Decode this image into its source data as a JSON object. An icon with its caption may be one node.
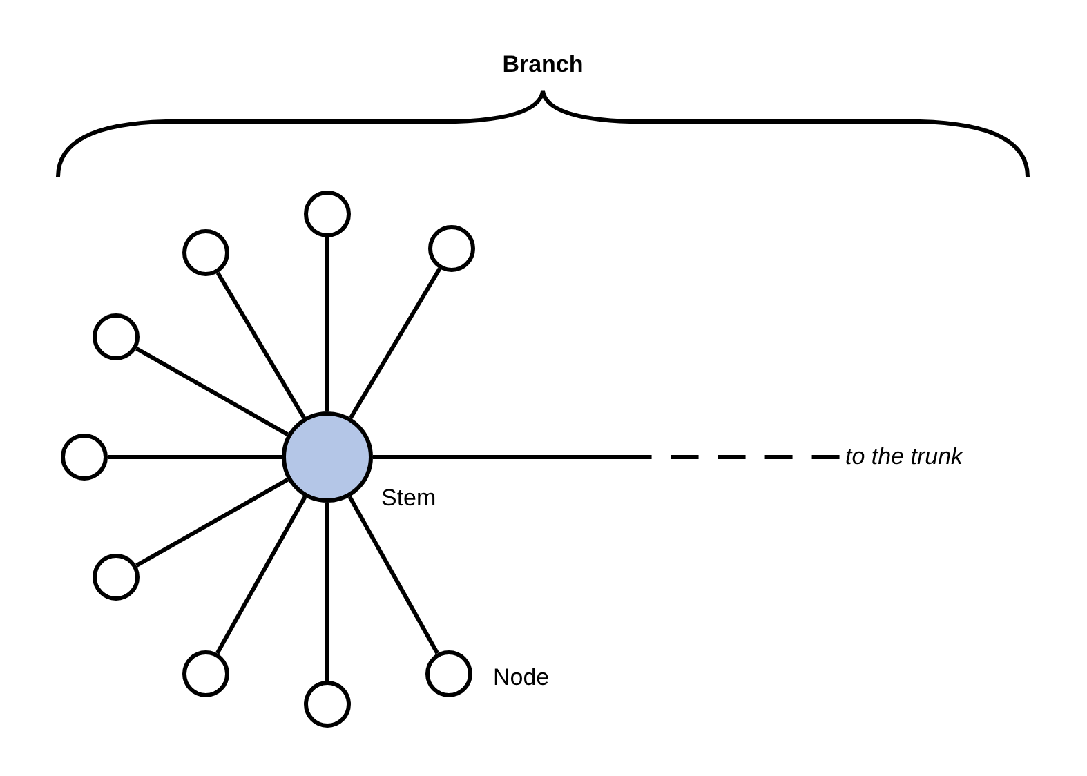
{
  "diagram": {
    "nodes": [
      {
        "text": [],
        "shape": "circle",
        "beside": [
          "Stem"
        ]
      },
      {
        "text": [],
        "shape": "circle"
      },
      {
        "text": [],
        "shape": "circle"
      },
      {
        "text": [],
        "shape": "circle"
      },
      {
        "text": [],
        "shape": "circle"
      },
      {
        "text": [],
        "shape": "circle"
      },
      {
        "text": [],
        "shape": "circle"
      },
      {
        "text": [],
        "shape": "circle"
      },
      {
        "text": [],
        "shape": "circle"
      },
      {
        "text": [],
        "shape": "circle",
        "beside": [
          "Node"
        ]
      },
      {
        "text": [
          "to the trunk"
        ]
      }
    ],
    "edges": [
      {
        "from": 0,
        "to": 1,
        "arrow": "none"
      },
      {
        "from": 0,
        "to": 2,
        "arrow": "none"
      },
      {
        "from": 0,
        "to": 3,
        "arrow": "none"
      },
      {
        "from": 0,
        "to": 4,
        "arrow": "none"
      },
      {
        "from": 0,
        "to": 5,
        "arrow": "none"
      },
      {
        "from": 0,
        "to": 6,
        "arrow": "none"
      },
      {
        "from": 0,
        "to": 7,
        "arrow": "none"
      },
      {
        "from": 0,
        "to": 8,
        "arrow": "none"
      },
      {
        "from": 0,
        "to": 9,
        "arrow": "none"
      },
      {
        "from": 0,
        "to": 10,
        "arrow": "none",
        "style": "dashed"
      }
    ],
    "labels": [
      "Branch"
    ]
  }
}
